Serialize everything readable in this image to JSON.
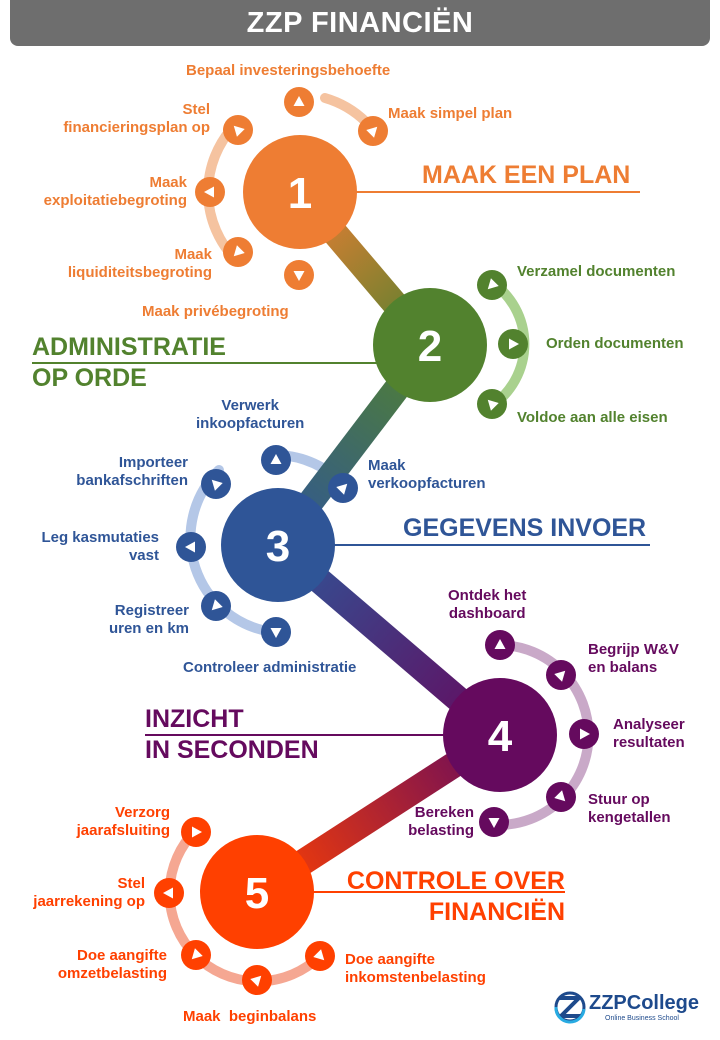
{
  "title": "ZZP FINANCIËN",
  "colors": {
    "orange": "#ee7d33",
    "green": "#52822e",
    "blue": "#2f5597",
    "purple": "#650a5e",
    "red": "#ff4000"
  },
  "icons": [
    "triangle-arrow-icon"
  ],
  "steps": [
    {
      "number": "1",
      "title_lines": [
        "MAAK EEN PLAN"
      ],
      "items": [
        {
          "lines": [
            "Bepaal investeringsbehoefte"
          ]
        },
        {
          "lines": [
            "Maak simpel plan"
          ]
        },
        {
          "lines": [
            "Stel",
            "financieringsplan op"
          ]
        },
        {
          "lines": [
            "Maak",
            "exploitatiebegroting"
          ]
        },
        {
          "lines": [
            "Maak",
            "liquiditeitsbegroting"
          ]
        },
        {
          "lines": [
            "Maak privébegroting"
          ]
        }
      ]
    },
    {
      "number": "2",
      "title_lines": [
        "ADMINISTRATIE",
        "OP ORDE"
      ],
      "items": [
        {
          "lines": [
            "Verzamel documenten"
          ]
        },
        {
          "lines": [
            "Orden documenten"
          ]
        },
        {
          "lines": [
            "Voldoe aan alle eisen"
          ]
        }
      ]
    },
    {
      "number": "3",
      "title_lines": [
        "GEGEVENS INVOER"
      ],
      "items": [
        {
          "lines": [
            "Verwerk",
            "inkoopfacturen"
          ]
        },
        {
          "lines": [
            "Maak",
            "verkoopfacturen"
          ]
        },
        {
          "lines": [
            "Importeer",
            "bankafschriften"
          ]
        },
        {
          "lines": [
            "Leg kasmutaties",
            "vast"
          ]
        },
        {
          "lines": [
            "Registreer",
            "uren en km"
          ]
        },
        {
          "lines": [
            "Controleer administratie"
          ]
        }
      ]
    },
    {
      "number": "4",
      "title_lines": [
        "INZICHT",
        "IN SECONDEN"
      ],
      "items": [
        {
          "lines": [
            "Ontdek het",
            "dashboard"
          ]
        },
        {
          "lines": [
            "Begrijp W&V",
            "en balans"
          ]
        },
        {
          "lines": [
            "Analyseer",
            "resultaten"
          ]
        },
        {
          "lines": [
            "Stuur op",
            "kengetallen"
          ]
        },
        {
          "lines": [
            "Bereken",
            "belasting"
          ]
        }
      ]
    },
    {
      "number": "5",
      "title_lines": [
        "CONTROLE OVER",
        "FINANCIËN"
      ],
      "items": [
        {
          "lines": [
            "Verzorg",
            "jaarafsluiting"
          ]
        },
        {
          "lines": [
            "Stel",
            "jaarrekening op"
          ]
        },
        {
          "lines": [
            "Doe aangifte",
            "omzetbelasting"
          ]
        },
        {
          "lines": [
            "Maak  beginbalans"
          ]
        },
        {
          "lines": [
            "Doe aangifte",
            "inkomstenbelasting"
          ]
        }
      ]
    }
  ],
  "logo": {
    "name": "ZZPCollege",
    "tagline": "Online Business School"
  }
}
